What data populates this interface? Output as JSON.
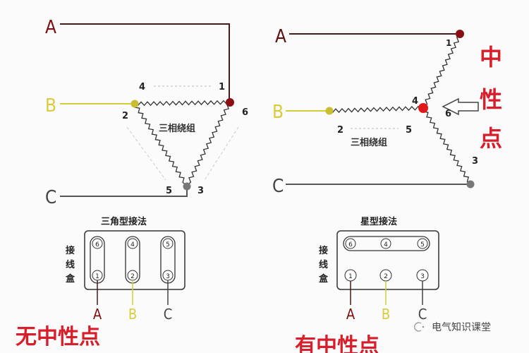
{
  "delta": {
    "phase_labels": [
      "A",
      "B",
      "C"
    ],
    "terminals": {
      "t1": "1",
      "t2": "2",
      "t3": "3",
      "t4": "4",
      "t5": "5",
      "t6": "6"
    },
    "winding_label": "三相绕组",
    "box_title": "三角型接法",
    "box_side_label": [
      "接",
      "线",
      "盒"
    ],
    "box_top_terminals": [
      "6",
      "4",
      "5"
    ],
    "box_bottom_terminals": [
      "1",
      "2",
      "3"
    ],
    "caption": "无中性点"
  },
  "star": {
    "phase_labels": [
      "A",
      "B",
      "C"
    ],
    "terminals": {
      "t1": "1",
      "t2": "2",
      "t3": "3",
      "t4": "4",
      "t5": "5",
      "t6": "6"
    },
    "winding_label": "三相绕组",
    "neutral_label": [
      "中",
      "性",
      "点"
    ],
    "box_title": "星型接法",
    "box_side_label": [
      "接",
      "线",
      "盒"
    ],
    "box_top_terminals": [
      "6",
      "4",
      "5"
    ],
    "box_bottom_terminals": [
      "1",
      "2",
      "3"
    ],
    "caption": "有中性点"
  },
  "footer": {
    "source_label": "电气知识课堂",
    "icon": "wechat-icon"
  },
  "colors": {
    "phase_a": "#6b1010",
    "phase_b": "#d8cc3a",
    "phase_c": "#555555",
    "accent_red": "#d81e2a",
    "neutral_dot": "#e01818"
  }
}
